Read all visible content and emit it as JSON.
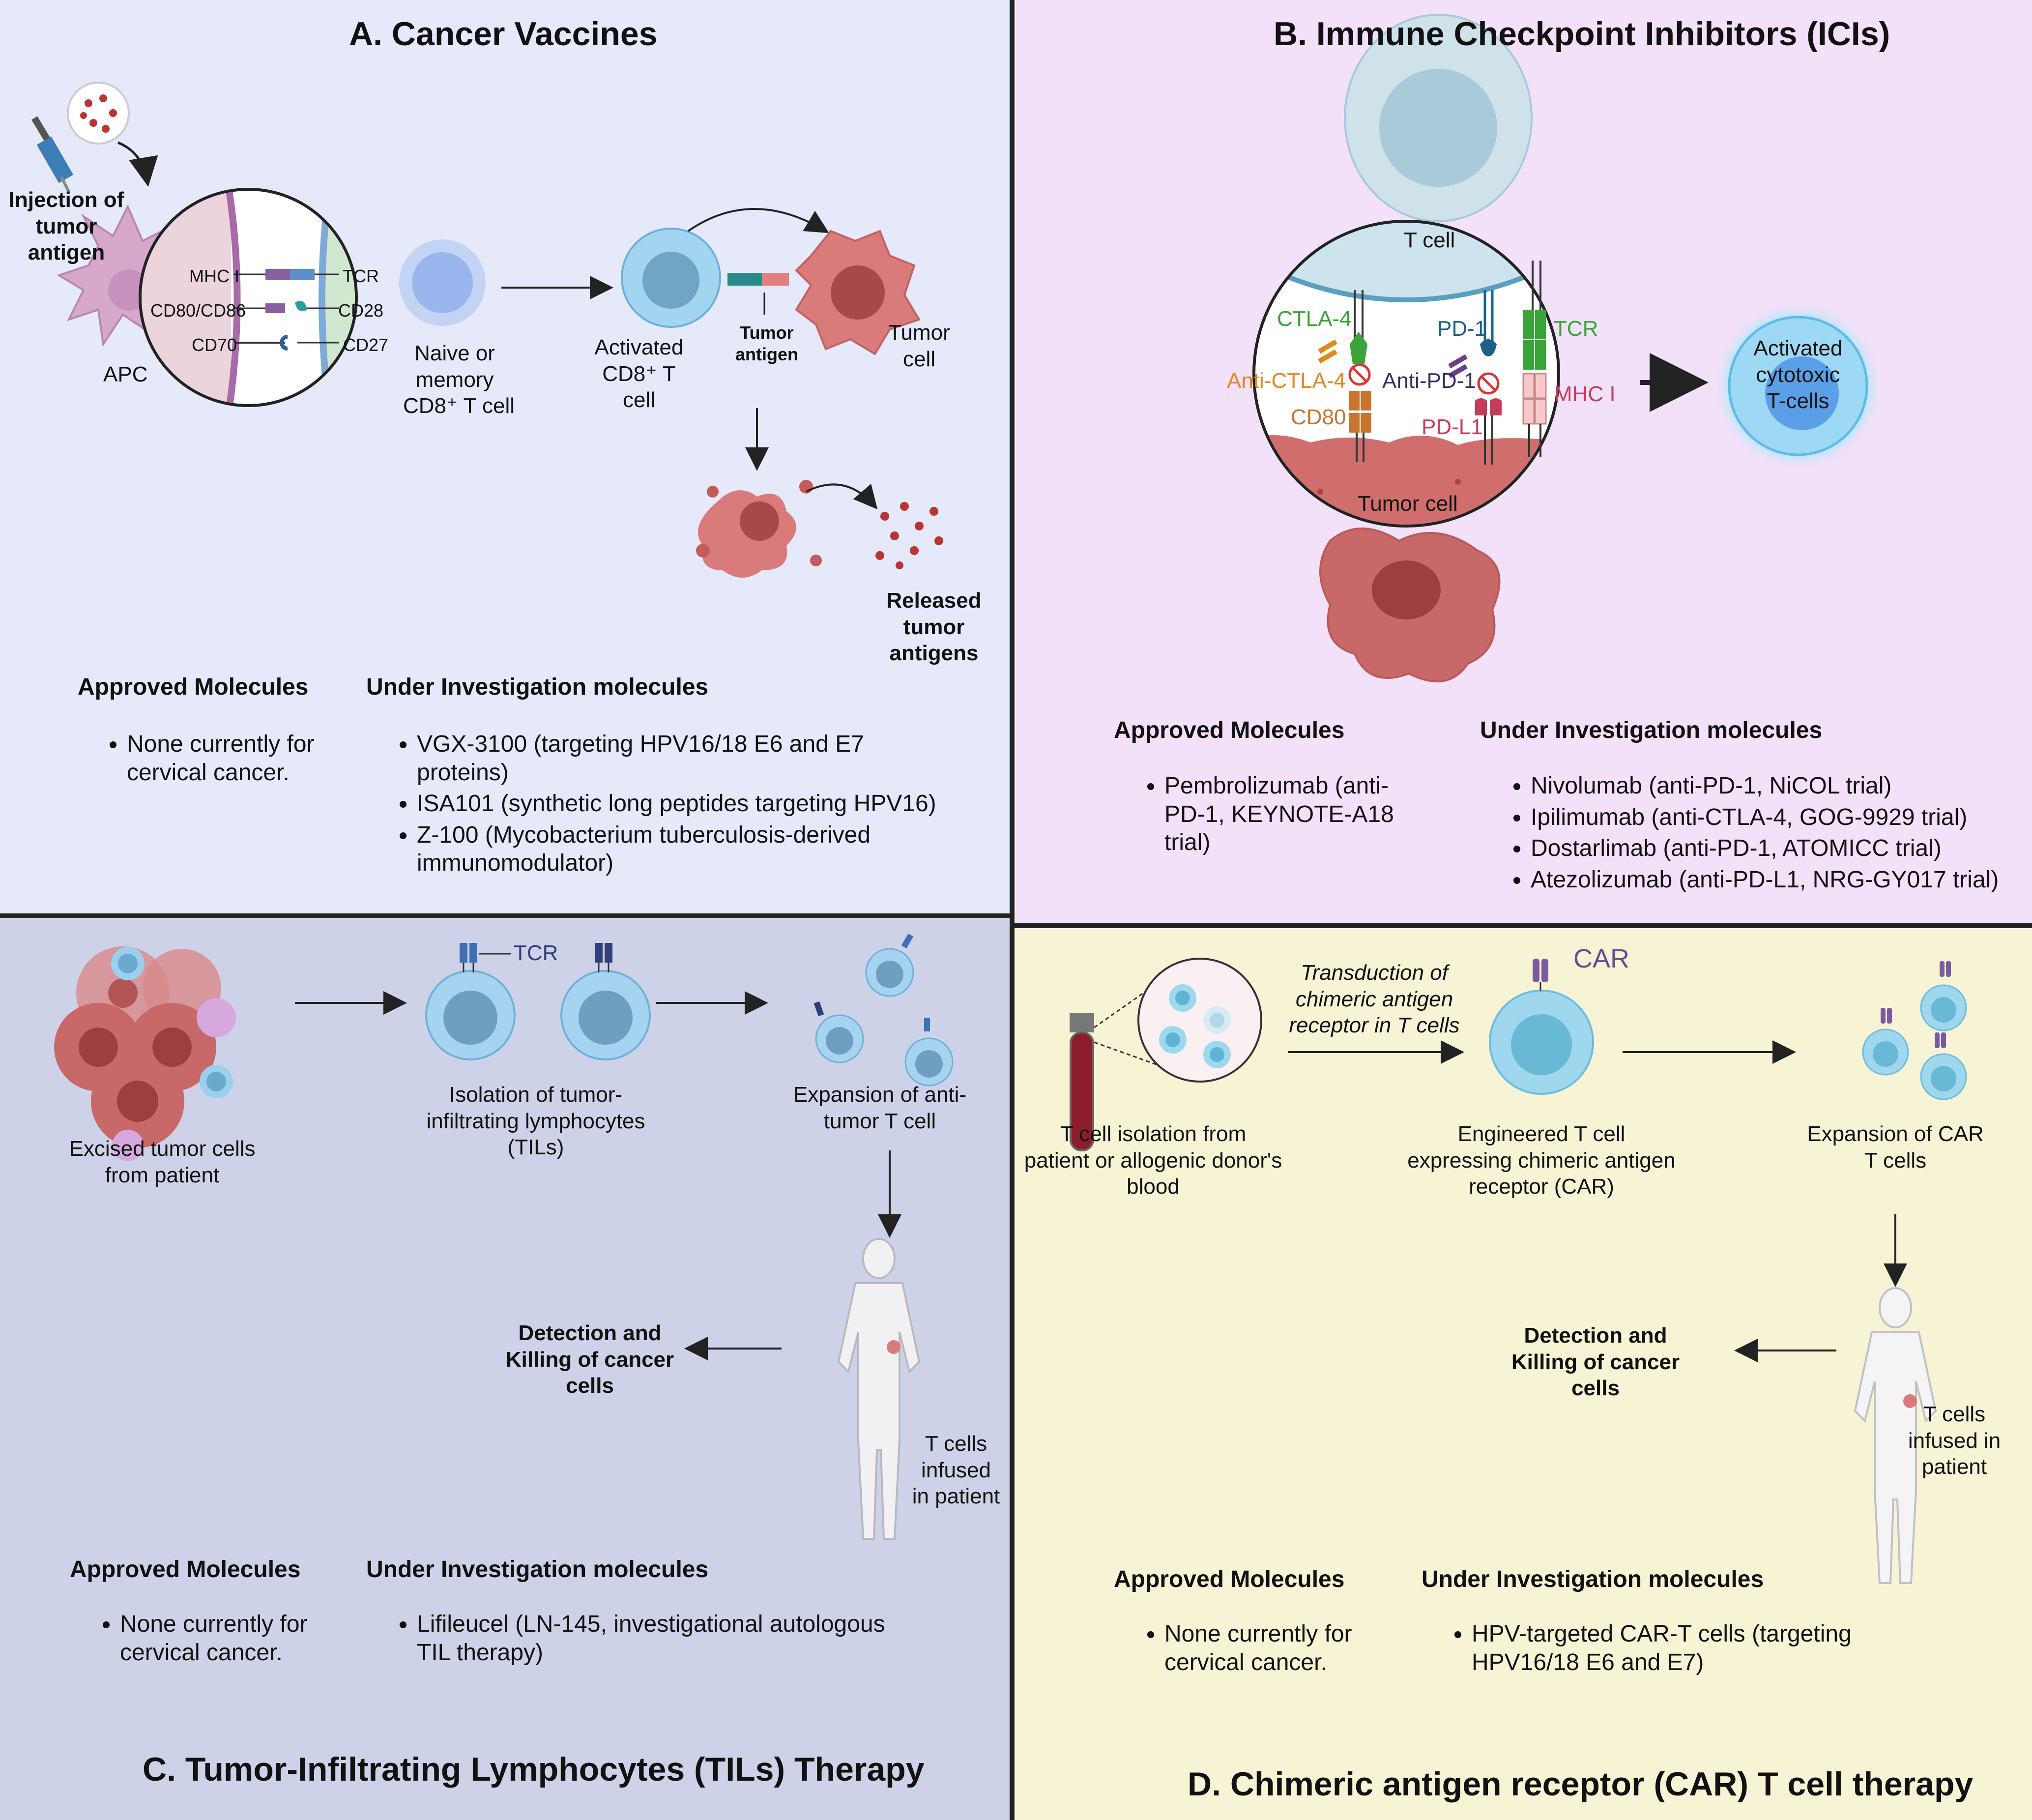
{
  "panelA": {
    "title": "A. Cancer Vaccines",
    "injection": "Injection of tumor antigen",
    "apc": "APC",
    "mhc": "MHC I",
    "tcr": "TCR",
    "cd80": "CD80/CD86",
    "cd28": "CD28",
    "cd70": "CD70",
    "cd27": "CD27",
    "naive_1": "Naive or",
    "naive_2": "memory",
    "naive_3": "CD8⁺ T cell",
    "act_1": "Activated",
    "act_2": "CD8⁺ T",
    "act_3": "cell",
    "tumor_antigen_1": "Tumor",
    "tumor_antigen_2": "antigen",
    "tumor_cell_1": "Tumor",
    "tumor_cell_2": "cell",
    "released_1": "Released",
    "released_2": "tumor",
    "released_3": "antigens",
    "approved_heading": "Approved Molecules",
    "approved": [
      "None currently for cervical cancer."
    ],
    "investigation_heading": "Under Investigation molecules",
    "investigation": [
      "VGX-3100 (targeting HPV16/18 E6 and E7 proteins)",
      "ISA101 (synthetic long peptides targeting HPV16)",
      "Z-100 (Mycobacterium tuberculosis-derived immunomodulator)"
    ]
  },
  "panelB": {
    "title": "B. Immune Checkpoint Inhibitors (ICIs)",
    "t_cell": "T cell",
    "ctla4": "CTLA-4",
    "anti_ctla4": "Anti-CTLA-4",
    "cd80": "CD80",
    "pd1": "PD-1",
    "anti_pd1": "Anti-PD-1",
    "pdl1": "PD-L1",
    "tcr": "TCR",
    "mhc": "MHC I",
    "tumor_cell": "Tumor cell",
    "activated_1": "Activated",
    "activated_2": "cytotoxic",
    "activated_3": "T-cells",
    "approved_heading": "Approved Molecules",
    "approved": [
      "Pembrolizumab (anti-PD-1, KEYNOTE-A18 trial)"
    ],
    "investigation_heading": "Under Investigation molecules",
    "investigation": [
      "Nivolumab (anti-PD-1, NiCOL trial)",
      "Ipilimumab (anti-CTLA-4, GOG-9929 trial)",
      "Dostarlimab (anti-PD-1, ATOMICC trial)",
      "Atezolizumab (anti-PD-L1, NRG-GY017 trial)"
    ]
  },
  "panelC": {
    "title": "C. Tumor-Infiltrating Lymphocytes (TILs) Therapy",
    "tcr": "TCR",
    "excised_1": "Excised tumor cells",
    "excised_2": "from patient",
    "isolation_1": "Isolation of tumor-",
    "isolation_2": "infiltrating lymphocytes",
    "isolation_3": "(TILs)",
    "expansion_1": "Expansion of anti-",
    "expansion_2": "tumor T cell",
    "detection_1": "Detection and",
    "detection_2": "Killing of cancer",
    "detection_3": "cells",
    "infused_1": "T cells",
    "infused_2": "infused",
    "infused_3": "in patient",
    "approved_heading": "Approved Molecules",
    "approved": [
      "None currently for cervical cancer."
    ],
    "investigation_heading": "Under Investigation molecules",
    "investigation": [
      "Lifileucel (LN-145, investigational autologous TIL therapy)"
    ]
  },
  "panelD": {
    "title": "D.  Chimeric antigen receptor (CAR) T cell therapy",
    "car": "CAR",
    "transduction_1": "Transduction of",
    "transduction_2": "chimeric antigen",
    "transduction_3": "receptor in T cells",
    "isolation_1": "T cell isolation from",
    "isolation_2": "patient or allogenic donor's",
    "isolation_3": "blood",
    "engineered_1": "Engineered T cell",
    "engineered_2": "expressing chimeric antigen",
    "engineered_3": "receptor (CAR)",
    "expansion_1": "Expansion of CAR",
    "expansion_2": "T cells",
    "detection_1": "Detection and",
    "detection_2": "Killing of cancer",
    "detection_3": "cells",
    "infused_1": "T cells",
    "infused_2": "infused in",
    "infused_3": "patient",
    "approved_heading": "Approved Molecules",
    "approved": [
      "None currently for cervical cancer."
    ],
    "investigation_heading": "Under Investigation molecules",
    "investigation": [
      "HPV-targeted CAR-T cells (targeting HPV16/18 E6 and E7)"
    ]
  },
  "colors": {
    "t_cell": "#8cc8ea",
    "tumor": "#c96a6a",
    "ctla4": "#3aa33a",
    "cd80": "#c8742e",
    "pd1": "#1e5f88",
    "anti": "#e08a1e",
    "purple": "#6a3f8c"
  }
}
